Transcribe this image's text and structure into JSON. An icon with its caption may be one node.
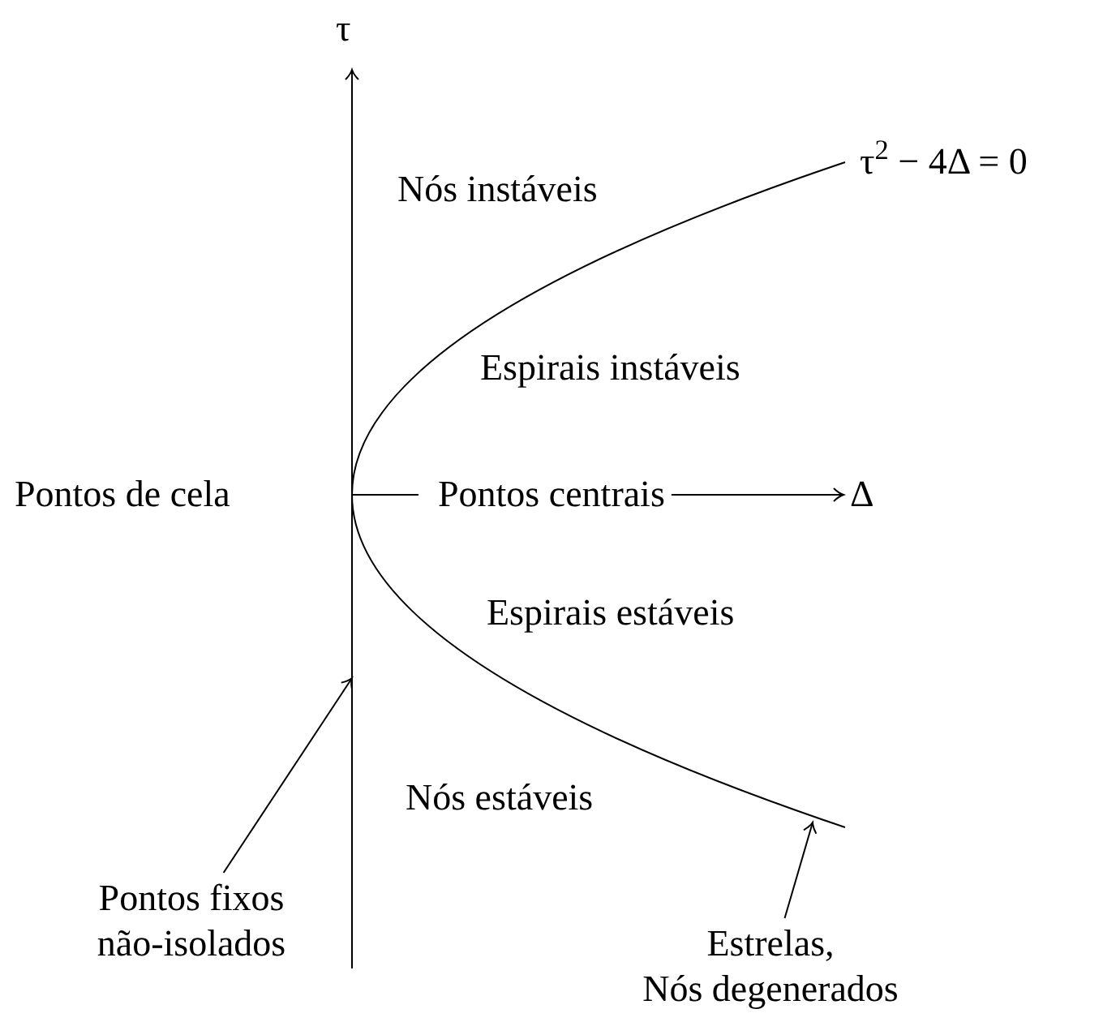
{
  "diagram": {
    "nodes": [
      {
        "text": [
          "Pontos centrais"
        ]
      },
      {
        "text": [
          "Δ"
        ]
      },
      {
        "text": [
          "Pontos fixos não-isolados"
        ]
      },
      {
        "text": [
          "Estrelas,",
          "Nós degenerados"
        ]
      }
    ],
    "edges": [
      {
        "from": 0,
        "to": 1,
        "arrow": "to"
      },
      {
        "from": 2,
        "to": null,
        "arrow": "to"
      },
      {
        "from": 3,
        "to": null,
        "arrow": "to"
      }
    ],
    "labels": [
      "τ",
      "τ$^{2}$ − 4Δ = 0",
      "Nós instáveis",
      "Espirais instáveis",
      "Pontos de cela",
      "Espirais estáveis",
      "Nós estáveis"
    ]
  }
}
